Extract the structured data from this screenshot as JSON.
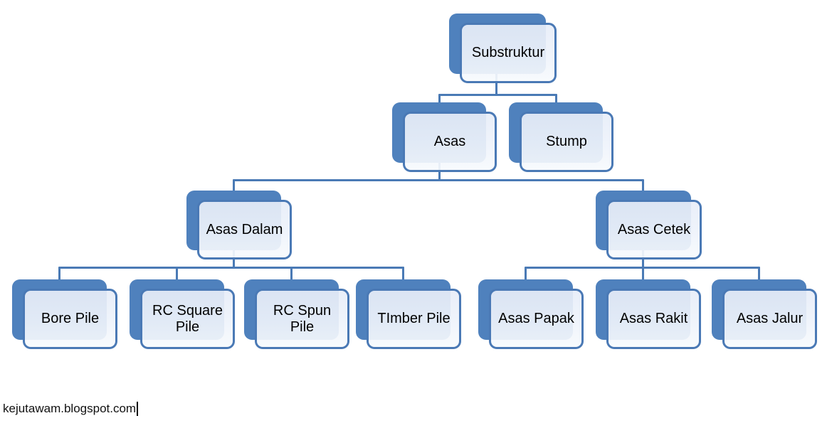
{
  "colors": {
    "shadow_blue": "#4f81bd",
    "border_blue": "#4a79b5",
    "connector_blue": "#4a7ab5",
    "text_color": "#000000",
    "page_bg": "#ffffff"
  },
  "diagram": {
    "type": "hierarchy-org-chart",
    "root": {
      "label": "Substruktur",
      "children": [
        {
          "label": "Asas",
          "children": [
            {
              "label": "Asas Dalam",
              "children": [
                {
                  "label": "Bore Pile"
                },
                {
                  "label": "RC Square\nPile"
                },
                {
                  "label": "RC Spun\nPile"
                },
                {
                  "label": "TImber Pile"
                }
              ]
            },
            {
              "label": "Asas Cetek",
              "children": [
                {
                  "label": "Asas Papak"
                },
                {
                  "label": "Asas Rakit"
                },
                {
                  "label": "Asas Jalur"
                }
              ]
            }
          ]
        },
        {
          "label": "Stump"
        }
      ]
    }
  },
  "footer": {
    "url": "kejutawam.blogspot.com"
  }
}
